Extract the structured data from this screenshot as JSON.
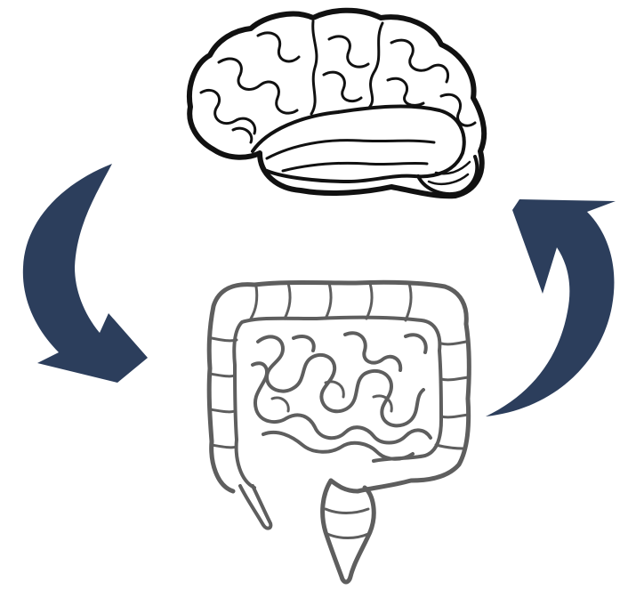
{
  "diagram": {
    "nodes": [
      {
        "id": "brain",
        "icon": "brain-icon"
      },
      {
        "id": "gut",
        "icon": "intestines-icon"
      }
    ],
    "edges": [
      {
        "from": "brain",
        "to": "gut",
        "icon": "curved-arrow-down-icon"
      },
      {
        "from": "gut",
        "to": "brain",
        "icon": "curved-arrow-up-icon"
      }
    ],
    "colors": {
      "arrow": "#2c3e5c",
      "brain_stroke": "#111111",
      "gut_stroke": "#5e5e5e",
      "background": "#ffffff"
    }
  }
}
